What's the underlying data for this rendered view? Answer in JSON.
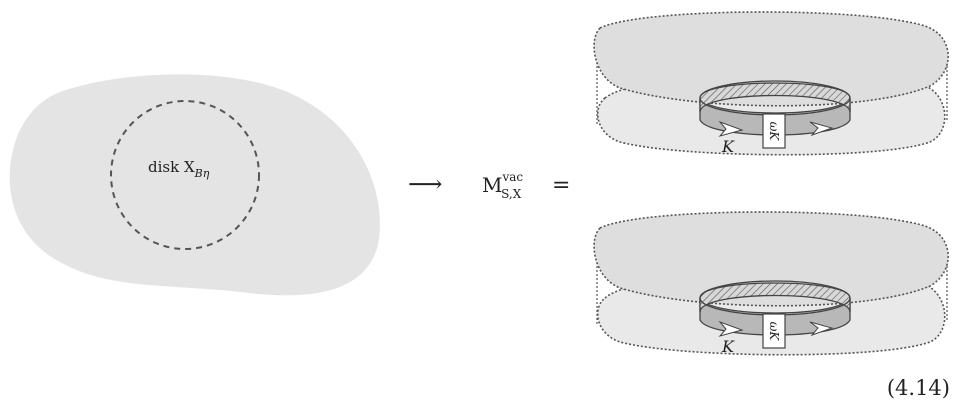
{
  "disk_label": {
    "text": "disk X",
    "subscript": "Bη"
  },
  "arrow": "⟶",
  "equation": {
    "lhs": "M",
    "superscript": "vac",
    "subscript": "S,X",
    "equals": "="
  },
  "ring_label": "K",
  "box_label": "ωK",
  "equation_number": "(4.14)",
  "colors": {
    "region": "#e4e4e4",
    "region_dark": "#cfcfcf",
    "ring": "#b5b5b5",
    "line": "#444444"
  }
}
